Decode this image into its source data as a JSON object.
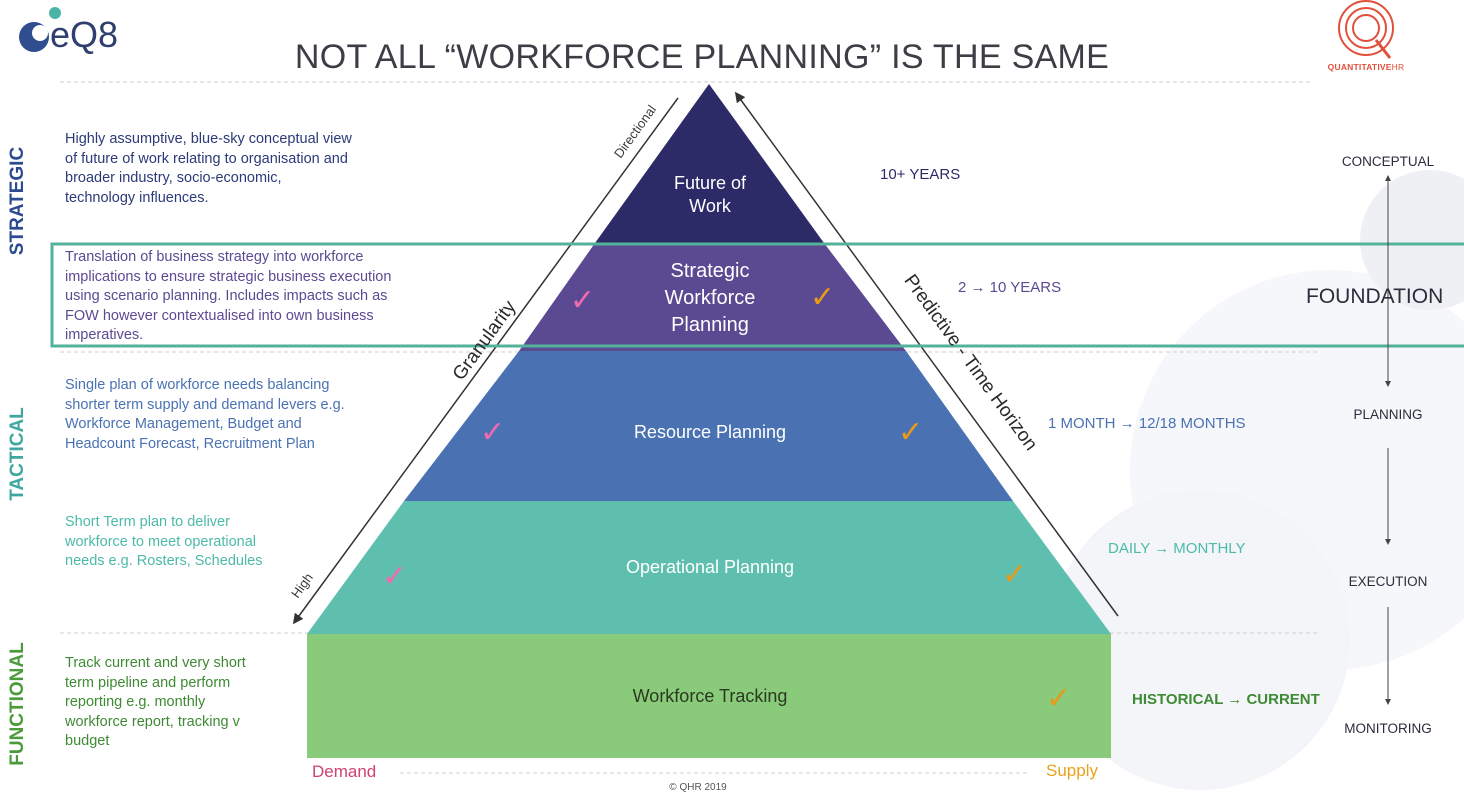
{
  "brand": {
    "left_logo": "eQ8",
    "right_logo": "QUANTITATIVE",
    "right_logo_suffix": "HR"
  },
  "title": "NOT ALL “WORKFORCE PLANNING” IS THE SAME",
  "sections": {
    "strategic": "STRATEGIC",
    "tactical": "TACTICAL",
    "functional": "FUNCTIONAL"
  },
  "levels": [
    {
      "label_lines": [
        "Future of",
        "Work"
      ],
      "horizon": "10+ YEARS",
      "color": "#2d2a68"
    },
    {
      "label_lines": [
        "Strategic",
        "Workforce",
        "Planning"
      ],
      "horizon": "2 → 10 YEARS",
      "color": "#5b4a92"
    },
    {
      "label_lines": [
        "Resource Planning"
      ],
      "horizon": "1 MONTH → 12/18 MONTHS",
      "color": "#4a72b3"
    },
    {
      "label_lines": [
        "Operational Planning"
      ],
      "horizon": "DAILY → MONTHLY",
      "color": "#5fbfae"
    },
    {
      "label_lines": [
        "Workforce Tracking"
      ],
      "horizon": "HISTORICAL → CURRENT",
      "color": "#89cb7a"
    }
  ],
  "descriptions": [
    "Highly assumptive, blue-sky conceptual view of future of work relating to organisation and broader industry, socio-economic, technology influences.",
    "Translation of business strategy into workforce implications to ensure strategic business execution using scenario planning. Includes impacts such as FOW however contextualised into own business imperatives.",
    "Single plan of workforce needs balancing shorter term supply and demand levers e.g. Workforce Management, Budget and Headcount Forecast, Recruitment Plan",
    "Short Term plan to deliver workforce to meet operational needs e.g. Rosters, Schedules",
    "Track current and very short term pipeline and perform reporting e.g. monthly workforce report, tracking v budget"
  ],
  "axes": {
    "granularity": "Granularity",
    "directional": "Directional",
    "high": "High",
    "predictive": "Predictive - Time Horizon"
  },
  "check_glyph": "✓",
  "demand": "Demand",
  "supply": "Supply",
  "foundation": "FOUNDATION",
  "stages": [
    "CONCEPTUAL",
    "PLANNING",
    "EXECUTION",
    "MONITORING"
  ],
  "footer": "© QHR 2019",
  "colors": {
    "strategic": "#2c4a8f",
    "tactical": "#3ea7a0",
    "functional": "#4c9a3a",
    "highlight_box": "#52b39a",
    "demand": "#d0416f",
    "supply": "#e8a21c",
    "check_pink": "#f06ab0",
    "check_orange": "#e89a1a"
  }
}
